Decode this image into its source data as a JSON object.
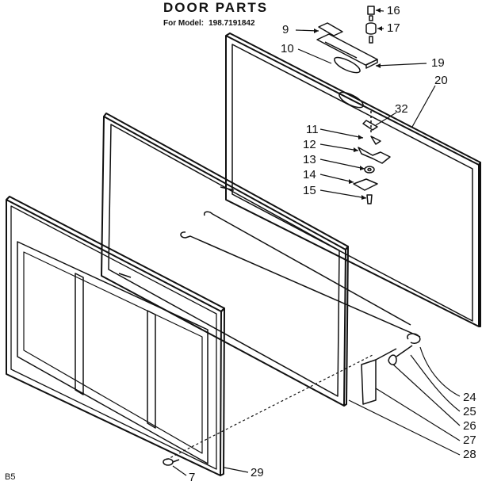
{
  "title": "DOOR PARTS",
  "model_label": "For Model:",
  "model_number": "198.7191842",
  "diagram_code": "B5",
  "callouts": [
    "16",
    "17",
    "9",
    "10",
    "19",
    "20",
    "32",
    "11",
    "12",
    "13",
    "14",
    "15",
    "24",
    "25",
    "26",
    "27",
    "28",
    "29",
    "7"
  ]
}
